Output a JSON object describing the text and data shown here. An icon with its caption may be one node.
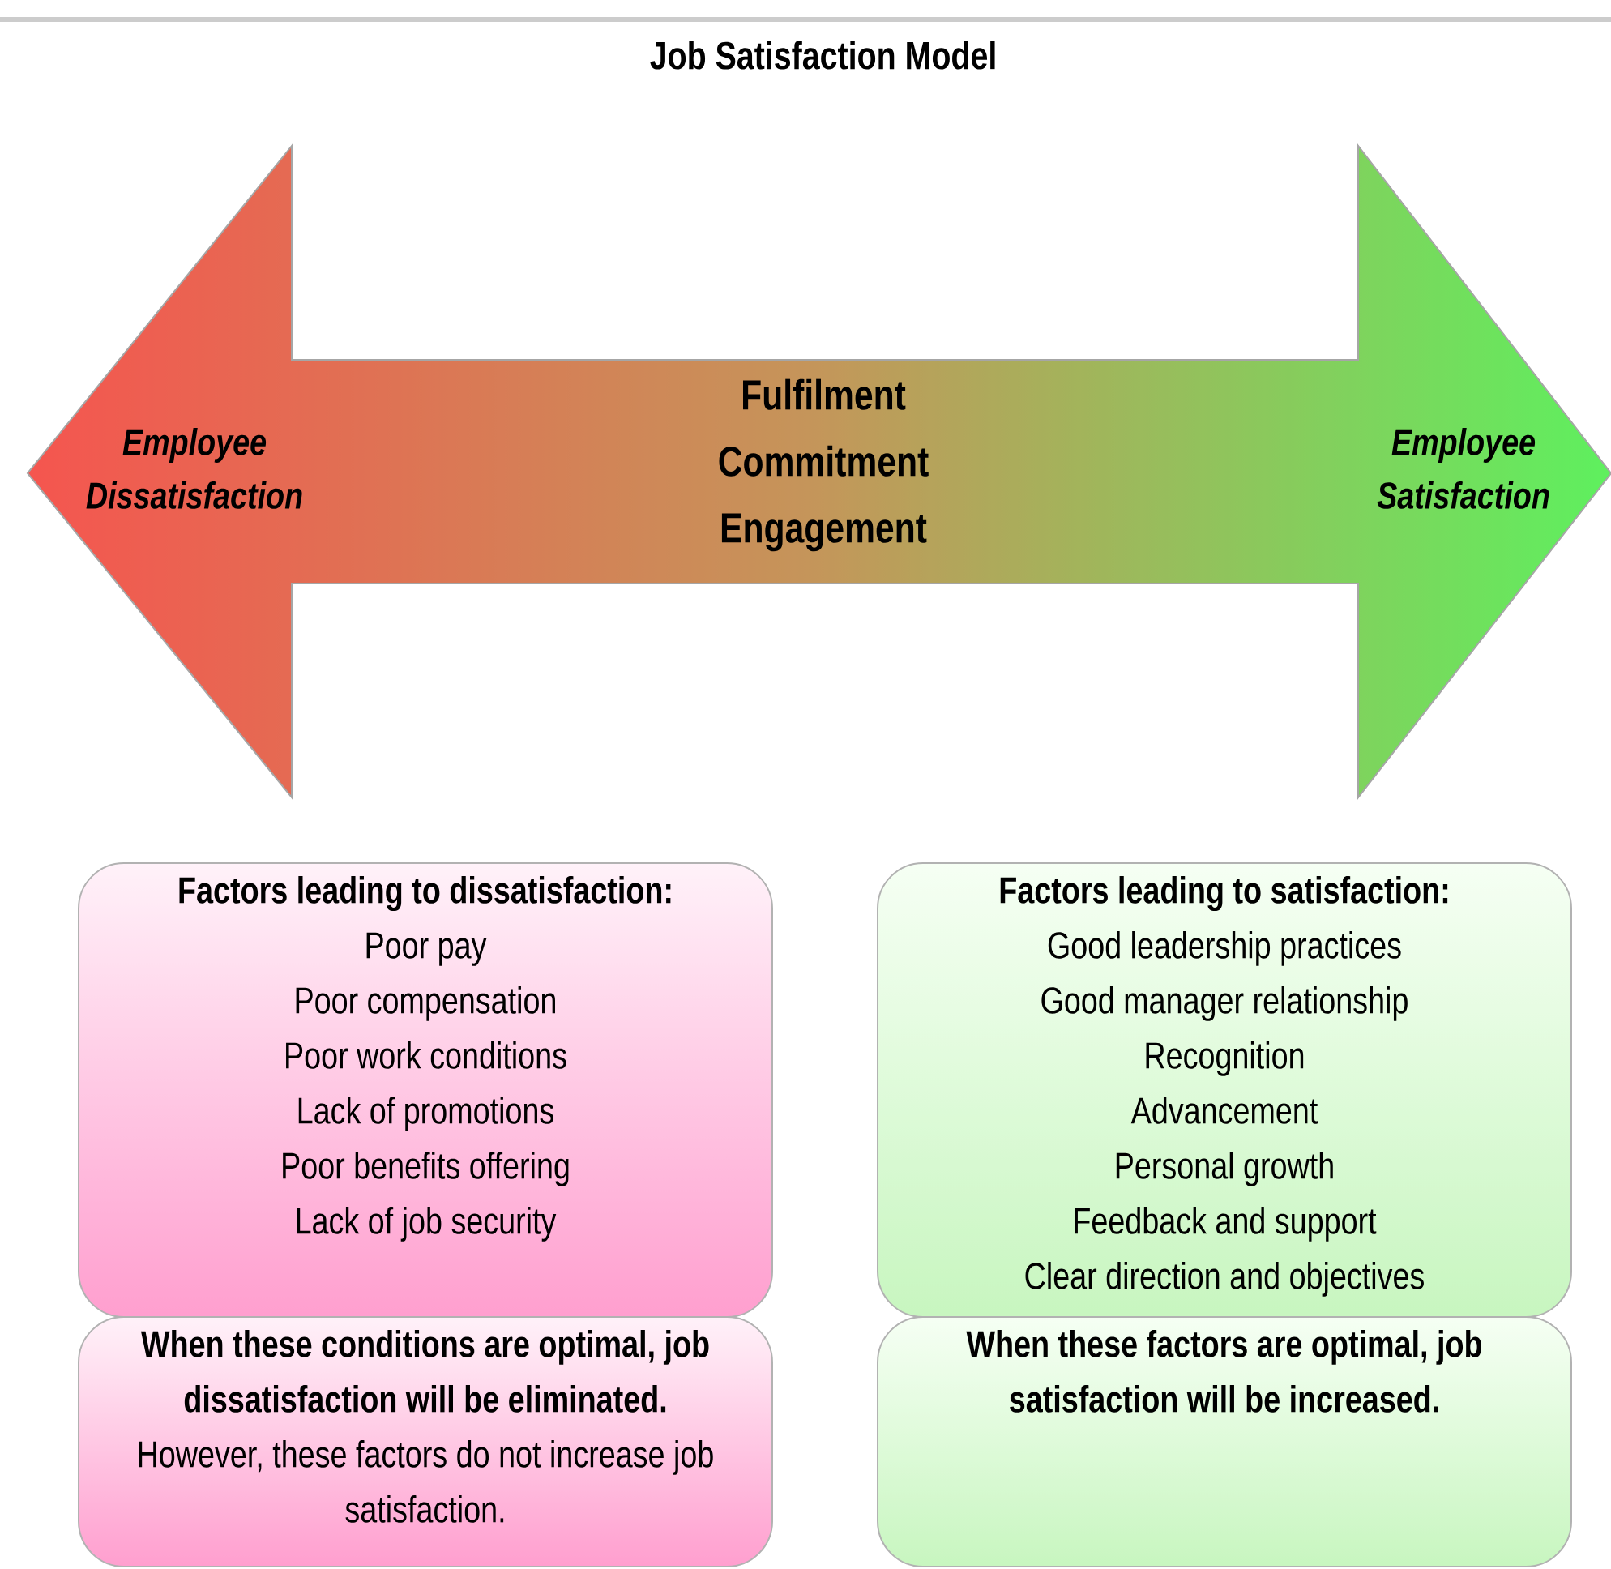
{
  "diagram": {
    "title": "Job Satisfaction Model",
    "nodes": [
      {
        "text": [
          "Employee Dissatisfaction",
          "Fulfilment",
          "Commitment",
          "Engagement",
          "Employee Satisfaction"
        ]
      },
      {
        "text": [
          "Factors leading to dissatisfaction:",
          "Poor pay",
          "Poor compensation",
          "Poor work conditions",
          "Lack of promotions",
          "Poor benefits offering",
          "Lack of job security"
        ]
      },
      {
        "text": [
          "Factors leading to satisfaction:",
          "Good leadership practices",
          "Good manager relationship",
          "Recognition",
          "Advancement",
          "Personal growth",
          "Feedback and support",
          "Clear direction and objectives"
        ]
      },
      {
        "text": [
          "When these conditions are optimal, job dissatisfaction will be eliminated.",
          "However, these factors do not increase job satisfaction."
        ]
      },
      {
        "text": [
          "When these factors are optimal, job satisfaction will be increased."
        ]
      }
    ]
  }
}
